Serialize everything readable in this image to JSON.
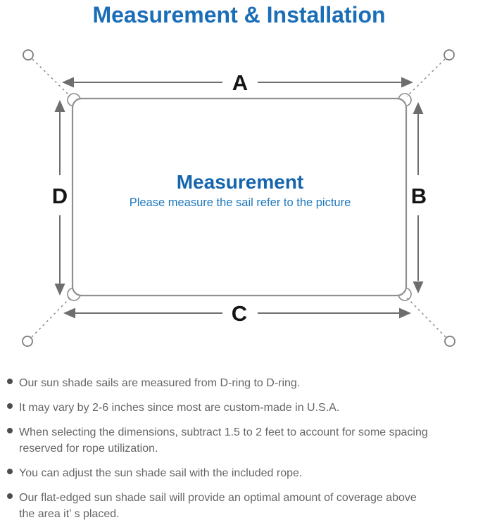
{
  "title": "Measurement & Installation",
  "diagram": {
    "center_heading": "Measurement",
    "center_subtitle": "Please measure the sail refer to the picture",
    "labels": {
      "top": "A",
      "right": "B",
      "bottom": "C",
      "left": "D"
    },
    "colors": {
      "title_blue": "#1a6db7",
      "heading_blue": "#1565ae",
      "subtitle_blue": "#1e78bd",
      "line_gray": "#8a8a8a",
      "arrow_gray": "#6e6e6e",
      "label_black": "#151515"
    }
  },
  "notes": {
    "items": [
      {
        "lines": [
          "Our sun shade sails are measured from D-ring to D-ring."
        ]
      },
      {
        "lines": [
          "It may vary by 2-6 inches since most are custom-made in U.S.A."
        ]
      },
      {
        "lines": [
          "When selecting the dimensions, subtract 1.5 to 2 feet to account for some spacing",
          "reserved for rope utilization."
        ]
      },
      {
        "lines": [
          "You can adjust the sun shade sail with the included rope."
        ]
      },
      {
        "lines": [
          "Our flat-edged sun shade sail will provide an optimal amount of coverage above",
          "the area it’ s placed."
        ]
      }
    ]
  }
}
